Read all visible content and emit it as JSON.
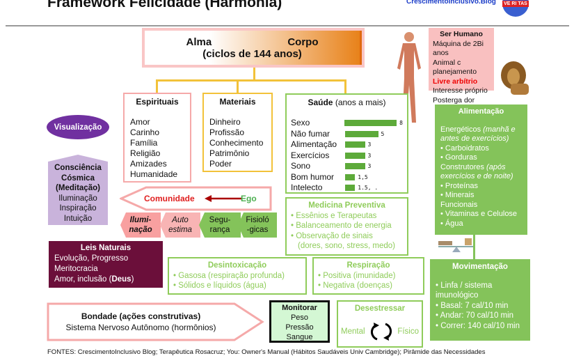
{
  "title": "Framework Felicidade (Harmonia)",
  "blog": "CrescimentoInclusivo.Blog",
  "logo_text": "VE RI TAS",
  "top": {
    "alma": "Alma",
    "corpo": "Corpo",
    "ciclos": "(ciclos de 144 anos)"
  },
  "ser_humano": {
    "title": "Ser Humano",
    "items": [
      "Máquina de 2Bi anos",
      "Animal c planejamento",
      "Livre arbítrio",
      "Interesse próprio",
      "Posterga dor"
    ]
  },
  "espirituais": {
    "title": "Espirituais",
    "items": [
      "Amor",
      "Carinho",
      "Família",
      "Religião",
      "Amizades",
      "Humanidade"
    ]
  },
  "materiais": {
    "title": "Materiais",
    "items": [
      "Dinheiro",
      "Profissão",
      "Conhecimento",
      "Patrimônio",
      "Poder"
    ]
  },
  "saude": {
    "title": "Saúde",
    "subtitle": "(anos a mais)",
    "items": [
      {
        "label": "Sexo",
        "value": 8,
        "text": "8"
      },
      {
        "label": "Não fumar",
        "value": 5,
        "text": "5"
      },
      {
        "label": "Alimentação",
        "value": 3,
        "text": "3"
      },
      {
        "label": "Exercícios",
        "value": 3,
        "text": "3"
      },
      {
        "label": "Sono",
        "value": 3,
        "text": "3"
      },
      {
        "label": "Bom humor",
        "value": 1.5,
        "text": "1,5"
      },
      {
        "label": "Intelecto",
        "value": 1.5,
        "text": "1.5, ."
      }
    ]
  },
  "alimentacao": {
    "title": "Alimentação",
    "energeticos": "Energéticos",
    "energeticos_note": "(manhã e antes de exercícios)",
    "e_items": [
      "Carboidratos",
      "Gorduras"
    ],
    "construtores": "Construtores",
    "construtores_note": "(após exercícios e de noite)",
    "c_items": [
      "Proteínas",
      "Minerais"
    ],
    "funcionais": "Funcionais",
    "f_items": [
      "Vitaminas e Celulose",
      "Água"
    ]
  },
  "visualizacao": "Visualização",
  "consciencia": {
    "l1": "Consciência",
    "l2": "Cósmica",
    "l3": "(Meditação)",
    "items": [
      "Iluminação",
      "Inspiração",
      "Intuição"
    ]
  },
  "comunidade": {
    "left": "Comunidade",
    "right": "Ego"
  },
  "maslow": [
    {
      "l1": "Ilumi-",
      "l2": "nação"
    },
    {
      "l1": "Auto",
      "l2": "estima"
    },
    {
      "l1": "Segu-",
      "l2": "rança"
    },
    {
      "l1": "Fisioló",
      "l2": "-gicas"
    }
  ],
  "leis": {
    "title": "Leis Naturais",
    "items": [
      "Evolução, Progresso",
      "Meritocracia"
    ],
    "last": "Amor, inclusão (",
    "deus": "Deus",
    "close": ")"
  },
  "medicina": {
    "title": "Medicina Preventiva",
    "items": [
      "Essênios e Terapeutas",
      "Balanceamento de energia",
      "Observação de sinais"
    ],
    "extra": "(dores, sono, stress, medo)"
  },
  "desintox": {
    "title": "Desintoxicação",
    "items": [
      "Gasosa (respiração profunda)",
      "Sólidos e líquidos (água)"
    ]
  },
  "respiracao": {
    "title": "Respiração",
    "items": [
      "Positiva (imunidade)",
      "Negativa (doenças)"
    ]
  },
  "movimentacao": {
    "title": "Movimentação",
    "items": [
      "Linfa / sistema imunológico",
      "Basal: 7 cal/10 min",
      "Andar: 70 cal/10 min",
      "Correr: 140 cal/10 min"
    ]
  },
  "bondade": {
    "title": "Bondade (ações construtivas)",
    "sub": "Sistema Nervoso Autônomo (hormônios)"
  },
  "monitorar": {
    "title": "Monitorar",
    "items": [
      "Peso",
      "Pressão",
      "Sangue"
    ]
  },
  "desestressar": {
    "title": "Desestressar",
    "left": "Mental",
    "right": "Físico"
  },
  "footer": "FONTES: CrescimentoInclusivo Blog; Terapêutica Rosacruz; You: Owner's Manual (Hábitos Saudáveis Univ Cambridge); Pirâmide das Necessidades",
  "colors": {
    "green": "#84c35a",
    "purple": "#7030a0",
    "maroon": "#6b0f3a",
    "pink": "#f9c0c0"
  }
}
